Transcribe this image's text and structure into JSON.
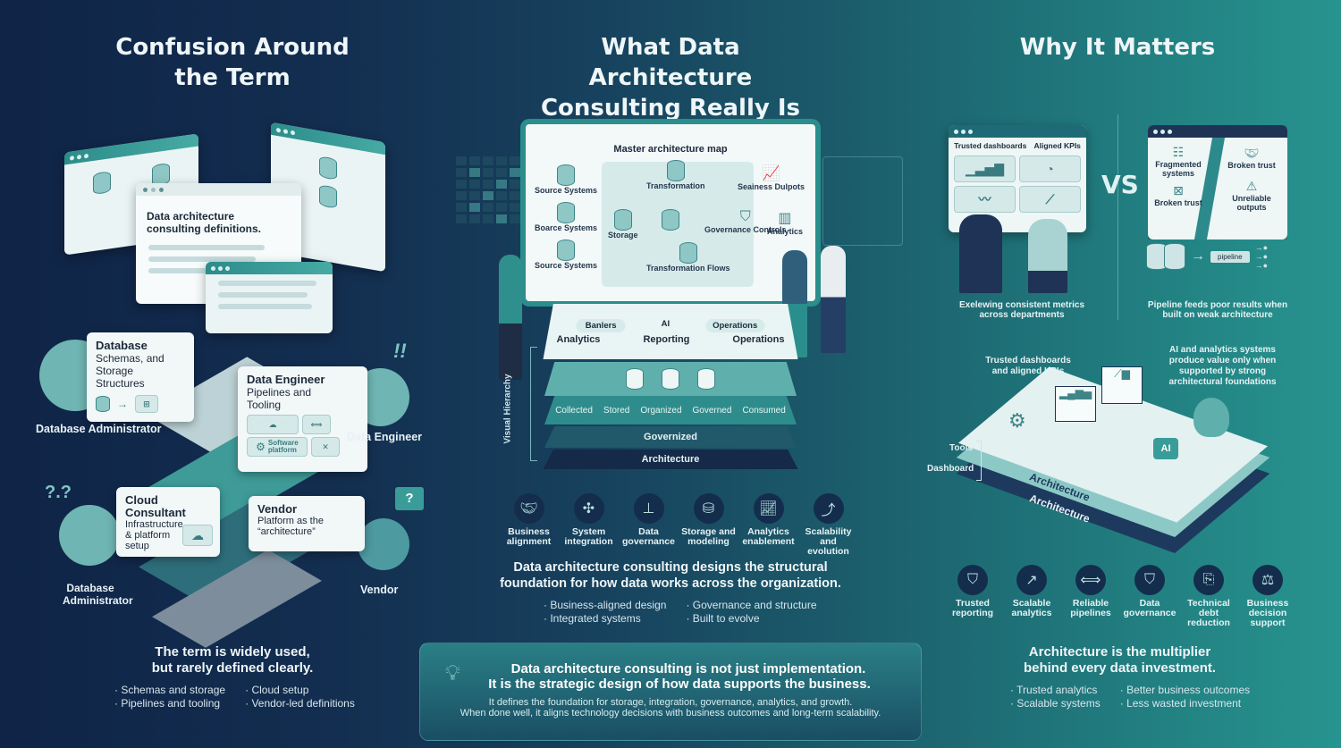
{
  "colors": {
    "navy": "#0f2447",
    "teal": "#27948f",
    "accent": "#47aaa4",
    "card": "#f2f7f8"
  },
  "left": {
    "title": "Confusion Around the Term",
    "definitions_window_text": "Data architecture consulting definitions.",
    "roles": [
      {
        "card_title": "Database",
        "card_desc": "Schemas, and Storage Structures",
        "person_label": "Database Administrator"
      },
      {
        "card_title": "Data Engineer",
        "card_desc": "Pipelines and Tooling",
        "chip_label": "Software platform",
        "person_label": "Data Engineer"
      },
      {
        "card_title": "Cloud Consultant",
        "card_desc": "Infrastructure & platform setup",
        "person_label": "Database Administrator"
      },
      {
        "card_title": "Vendor",
        "card_desc": "Platform as the “architecture”",
        "person_label": "Vendor"
      }
    ],
    "exclaim": "!!",
    "question": "?",
    "question_multi": "?.?",
    "headline": "The term is widely used, but rarely defined clearly.",
    "bullets": [
      "Schemas and storage",
      "Cloud setup",
      "Pipelines and tooling",
      "Vendor-led definitions"
    ]
  },
  "center": {
    "title": "What Data Architecture Consulting Really Is",
    "map": {
      "title": "Master architecture map",
      "sources": [
        "Source Systems",
        "Boarce Systems",
        "Source Systems"
      ],
      "storage": "Storage",
      "transformation": "Transformation",
      "transformation_flows": "Transformation Flows",
      "governance": "Governance Controls",
      "outputs": [
        "Seainess Dulpots",
        "Analytics"
      ]
    },
    "top_layer": {
      "clouds": [
        "Banlers",
        "Operations"
      ],
      "ai": "AI",
      "labels": [
        "Analytics",
        "Reporting",
        "Operations"
      ]
    },
    "flow_labels": [
      "Collected",
      "Stored",
      "Organized",
      "Governed",
      "Consumed"
    ],
    "layer_governized": "Governized",
    "layer_architecture": "Architecture",
    "side_label": "Visual Hierarchy",
    "pillars": [
      "Business alignment",
      "System integration",
      "Data governance",
      "Storage and modeling",
      "Analytics enablement",
      "Scalability and evolution"
    ],
    "headline": "Data architecture consulting designs the structural foundation for how data works across the organization.",
    "bullets": [
      "Business-aligned design",
      "Governance and structure",
      "Integrated systems",
      "Built to evolve"
    ],
    "callout": {
      "line1": "Data architecture consulting is not just implementation.",
      "line2": "It is the strategic design of how data supports the business.",
      "body1": "It defines the foundation for storage, integration, governance, analytics, and growth.",
      "body2": "When done well, it aligns technology decisions with business outcomes and long-term scalability."
    }
  },
  "right": {
    "title": "Why It Matters",
    "good_panel": {
      "labels": [
        "Trusted dashboards",
        "Aligned KPIs"
      ],
      "caption": "Exelewing consistent metrics across departments"
    },
    "vs": "VS",
    "bad_panel": {
      "labels": [
        "Fragmented systems",
        "Broken trust",
        "Broken trust",
        "Unreliable outputs"
      ],
      "pipeline": "pipeline",
      "caption": "Pipeline feeds poor results when built on weak architecture"
    },
    "platform": {
      "callout_left": "Trusted dashboards and aligned KPIs",
      "callout_right": "AI and analytics systems produce value only when supported by strong architectural foundations",
      "bracket_tools": "Tools",
      "bracket_dashboard": "Dashboard",
      "layer1": "Architecture",
      "layer2": "Architecture",
      "ai_tag": "AI"
    },
    "benefits": [
      "Trusted reporting",
      "Scalable analytics",
      "Reliable pipelines",
      "Data governance",
      "Technical debt reduction",
      "Business decision support"
    ],
    "headline": "Architecture is the multiplier behind every data investment.",
    "bullets": [
      "Trusted analytics",
      "Better business outcomes",
      "Scalable systems",
      "Less wasted investment"
    ]
  }
}
